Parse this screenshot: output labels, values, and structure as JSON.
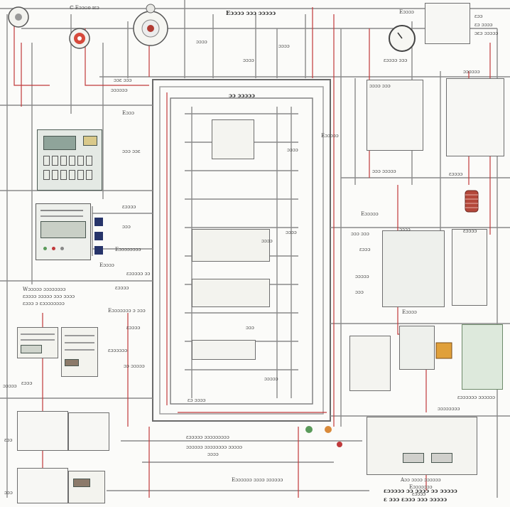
{
  "colors": {
    "line_gray": "#8a8a8a",
    "line_red": "#c0393b",
    "line_dark": "#4a4a4a",
    "panel_green": "#5f6d66",
    "accent_blue": "#27346a",
    "accent_orange": "#d88a2a"
  },
  "labels": {
    "top_left_a": "ℂ Eɔɔ▫o ɪɛɔ",
    "top_center": "Eɔɔɔɔ ɔɔɔ ɔɔɔɔɔ",
    "top_right_title": "Eɔɔɔɔ",
    "top_right_a": "ɛɔɔ",
    "top_right_b": "ɛɔ ɔɔɔɔ",
    "top_right_c": "ɔɛɔ ɔɔɔɔɔ",
    "mid_top_a": "ɔɔɔɔ",
    "mid_top_b": "ɔɔɔɔ",
    "mid_top_c": "ɔɔɔɔ",
    "meter_right": "ɛɔɔɔɔ ɔɔɔ",
    "meter_right_b": "ɔɔɔɔɔɔ",
    "left_a": "ɔɔɛ ɔɔɔ",
    "left_b": "ɔɔɔɔɔɔ",
    "left_c": "Eɔɔɔ",
    "left_d": "ɔɔɔ ɔɔɛ",
    "center_title": "ɔɔ ɔɔɔɔɔ",
    "center_a": "ɔɔɔɔ",
    "center_b": "ɔɔɔɔ",
    "center_c": "ɔɔɔ",
    "center_d": "ɔɔɔɔɔ",
    "center_e": "ɔɔɔɔ",
    "left_panel_a": "ɛɔɔɔɔ",
    "left_panel_b": "ɔɔɔ",
    "left_panel_c": "Eɔɔɔɔɔɔɔɔ",
    "left_panel_d": "Eɔɔɔɔ",
    "left_panel_e": "ɛɔɔɔɔɔ ɔɔ",
    "left_panel_f": "ɛɔɔɔɔ",
    "note_left_1": "Wɔɔɔɔɔ ɔɔɔɔɔɔɔɔ",
    "note_left_2": "ɛɔɔɔɔ ɔɔɔɔɔ ɔɔɔ ɔɔɔɔ",
    "note_left_3": "ɛɔɔɔ ɔ ɛɔɔɔɔɔɔɔɔ",
    "note_left_4": "Eɔɔɔɔɔɔɔ ɔ ɔɔɔ",
    "right_panel_title": "ɔɔɔɔ ɔɔɔ",
    "right_a": "Eɔɔɔɔɔ",
    "right_b": "ɔɔɔ ɔɔɔɔɔ",
    "right_c": "ɛɔɔɔɔ",
    "right_d": "Eɔɔɔɔɔ",
    "right_e": "ɔɔɔɔ",
    "right_f": "ɔɔɔ ɔɔɔ",
    "right_g": "ɛɔɔɔ",
    "right_h": "ɔɔɔɔɔ",
    "right_i": "ɔɔɔ",
    "right_j": "Eɔɔɔɔ",
    "right_k": "ɛɔɔɔɔ",
    "right_l": "ɔɔɔɔɔɔɔɔ",
    "right_m": "ɛɔɔɔɔɔɔ ɔɔɔɔɔɔ",
    "bottom_center_a": "ɛɔɔɔɔɔ ɔɔɔɔɔɔɔɔɔ",
    "bottom_center_b": "ɔɔɔɔɔɔ ɔɔɔɔɔɔɔɔ ɔɔɔɔɔ",
    "bottom_center_c": "ɔɔɔɔ",
    "bottom_center_d": "Eɔɔɔɔɔɔ ɔɔɔɔ ɔɔɔɔɔɔ",
    "bottom_right_a": "Aɔɔ ɔɔɔɔ ɔɔɔɔɔɔ",
    "bottom_right_b": "Eɔɔɔɔɔɔɔ",
    "bottom_right_c": "ɛɔɔɔɔ",
    "bottom_right_d": "ɛɔɔɔɔɔ ɔɔ ɔɔɔɔ ɔɔ ɔɔɔɔɔ",
    "bottom_right_e": "ɛ ɔɔɔ ɛɔɔɔ ɔɔɔ ɔɔɔɔɔ",
    "left_bottom_a": "ɛɔɔɔ",
    "left_bottom_b": "ɔɔɔɔɔ",
    "left_bottom_c": "ɛɔɔ",
    "left_bottom_d": "ɔɔɔ",
    "mid_bottom_a": "ɛɔɔɔɔ",
    "mid_bottom_b": "ɛɔɔɔɔɔɔ",
    "mid_bottom_c": "ɔɔ ɔɔɔɔɔ",
    "mid_bottom_d": "ɛɔ ɔɔɔɔ"
  }
}
